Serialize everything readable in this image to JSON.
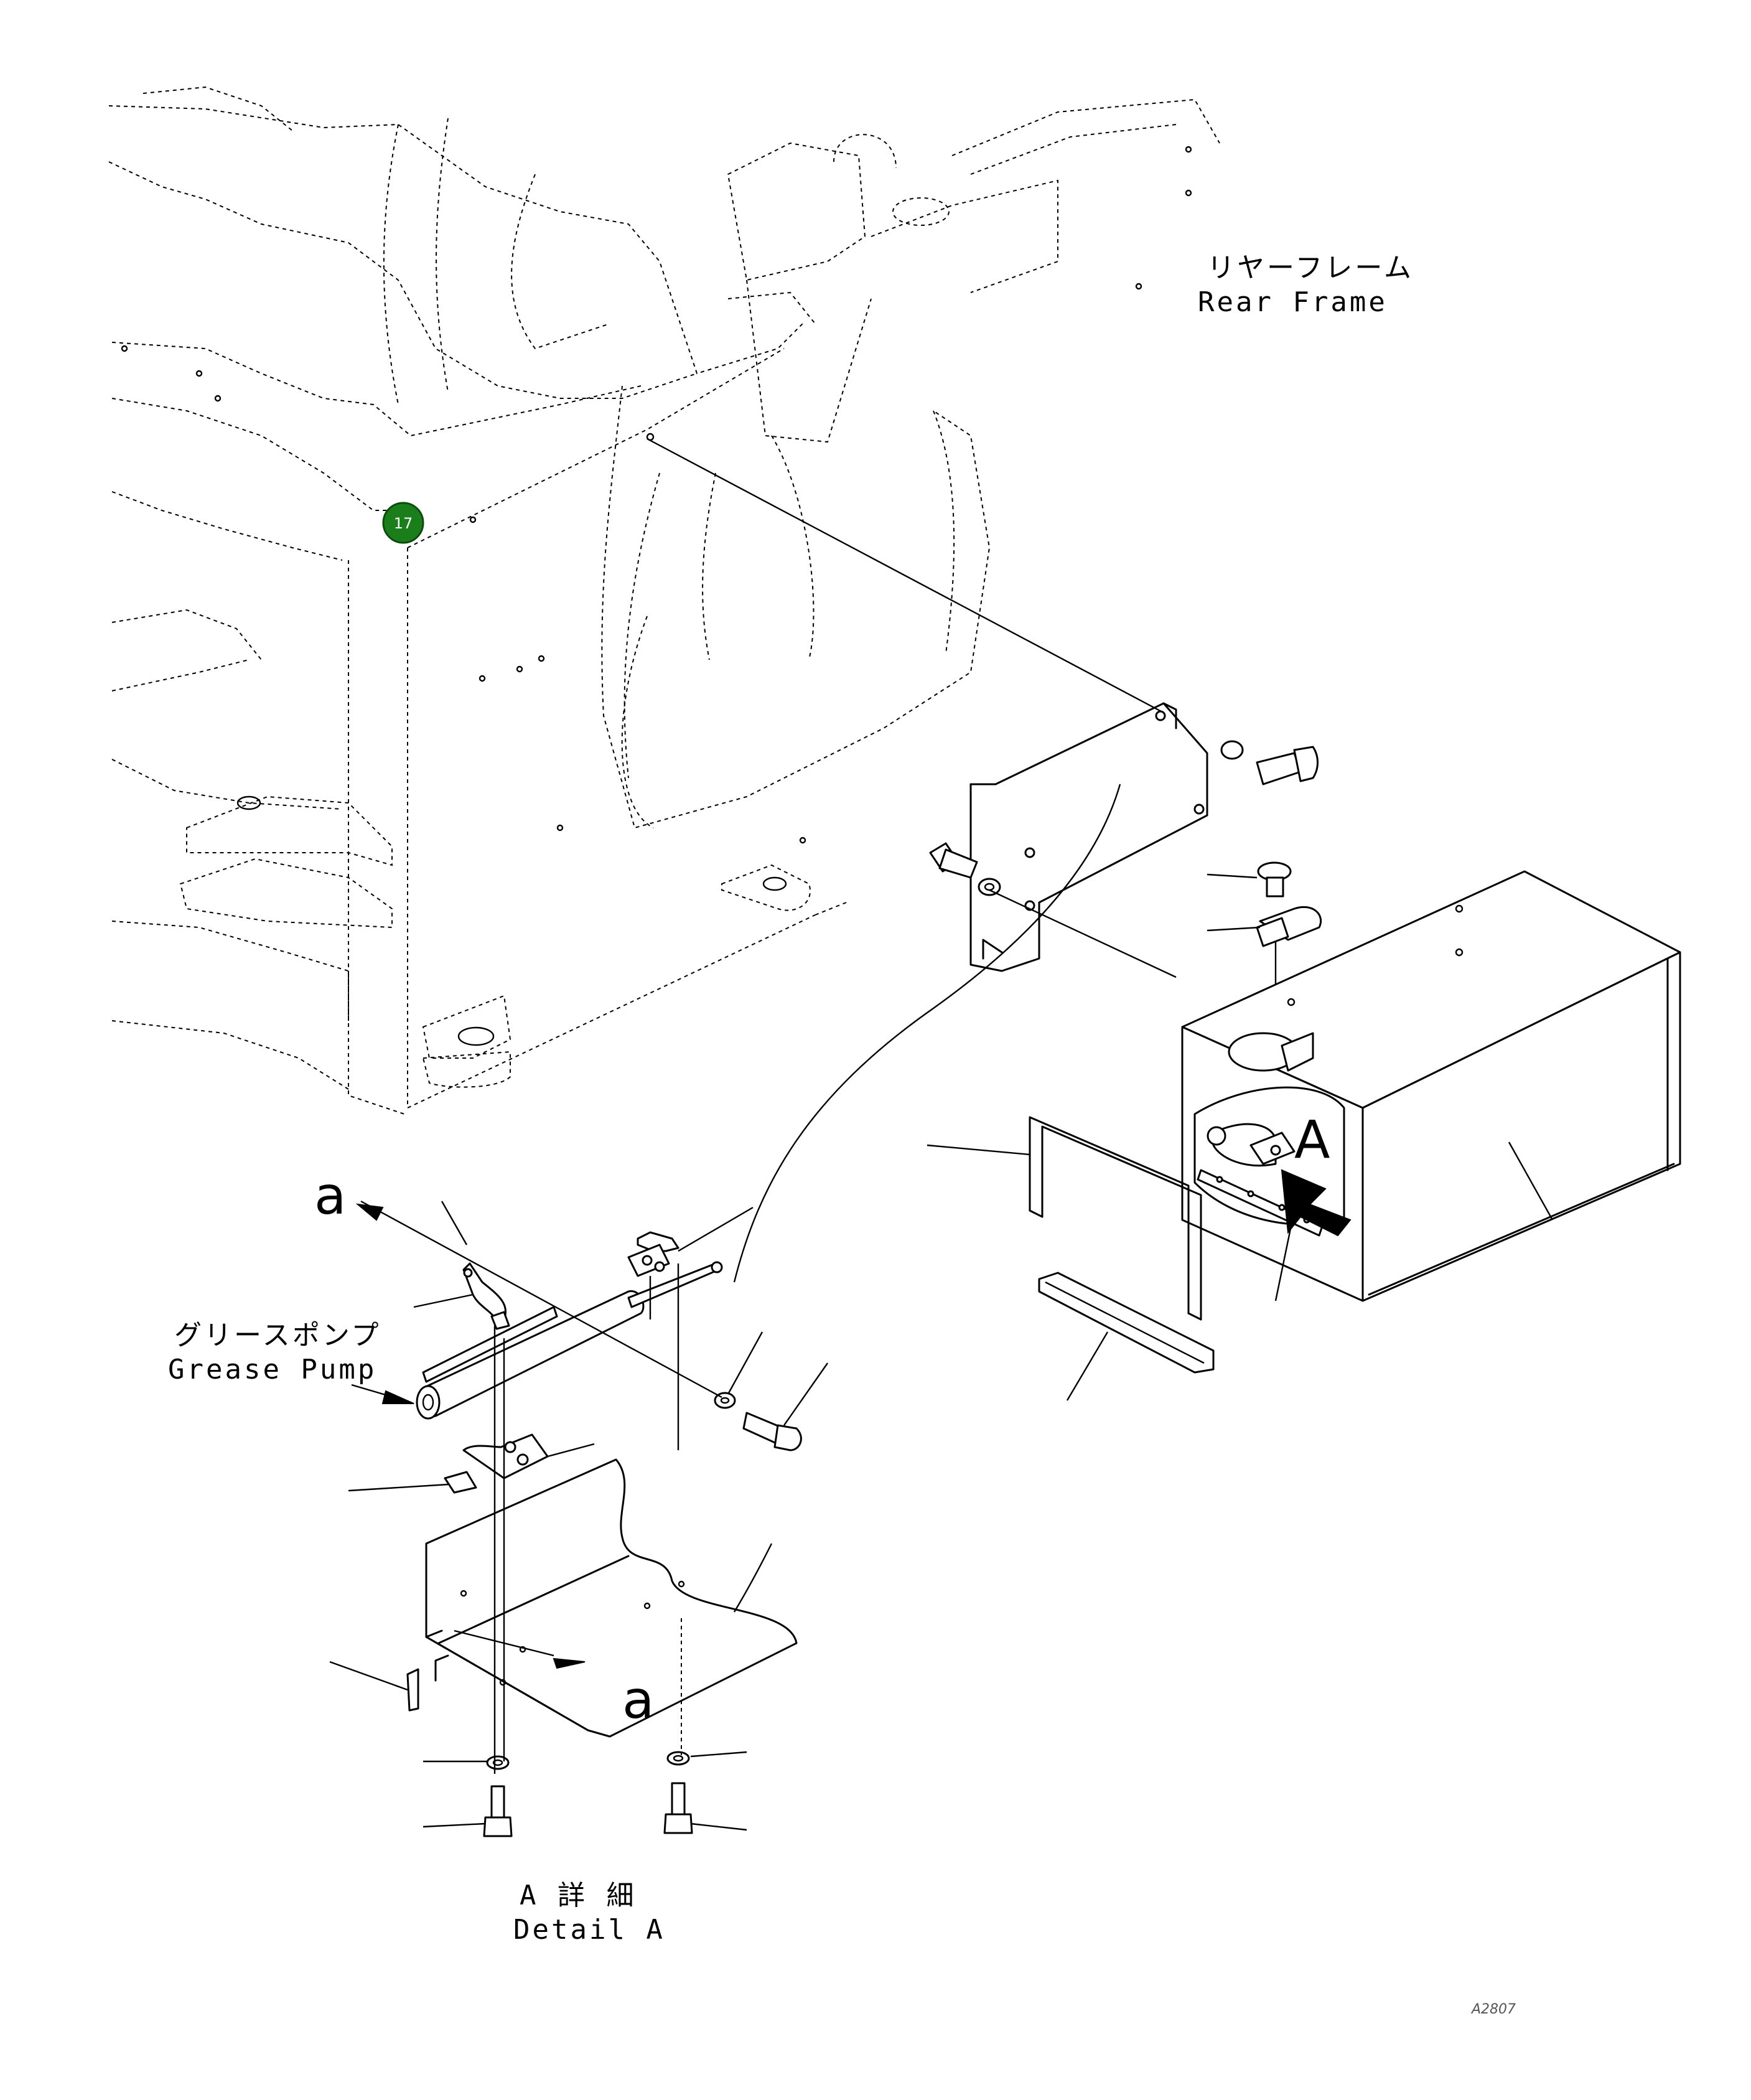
{
  "callouts": [
    {
      "number": "17",
      "color": "#1a7f1a"
    }
  ],
  "labels": {
    "rear_frame_jp": "リヤーフレーム",
    "rear_frame_en": "Rear Frame",
    "grease_pump_jp": "グリースポンプ",
    "grease_pump_en": "Grease Pump",
    "detail_jp": "A 詳 細",
    "detail_en": "Detail A",
    "view_letter_a": "A",
    "section_mark_top": "a",
    "section_mark_bottom": "a",
    "drawing_code": "A2807"
  }
}
